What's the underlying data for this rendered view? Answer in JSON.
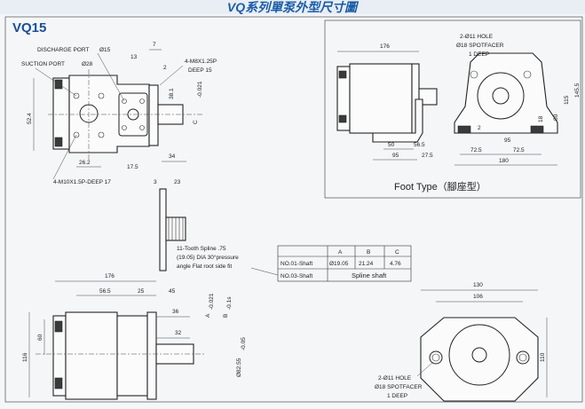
{
  "header": {
    "title": "VQ系列單泵外型尺寸圖"
  },
  "model": "VQ15",
  "front_view": {
    "discharge_port": "DISCHARGE PORT",
    "discharge_dia": "Ø15",
    "suction_port": "SUCTION PORT",
    "suction_dia": "Ø28",
    "dim_7": "7",
    "dim_13": "13",
    "dim_2": "2",
    "tap_1": "4-M8X1.25P",
    "tap_1_depth": "DEEP 15",
    "dim_38_1": "38.1",
    "dim_c": "C",
    "dim_c_tol": "-0.021",
    "dim_52_4": "52.4",
    "dim_26_2": "26.2",
    "dim_17_5": "17.5",
    "tap_2": "4-M10X1.5P-DEEP 17",
    "dim_34": "34",
    "dim_3": "3",
    "dim_23": "23"
  },
  "spline_note": {
    "line1": "11-Tooth Spline .75",
    "line2": "(19.05) DIA 30°pressure",
    "line3": "angle Flat root side fit"
  },
  "shaft_table": {
    "headers": [
      "",
      "A",
      "B",
      "C"
    ],
    "row1": [
      "NO.01-Shaft",
      "Ø19.05",
      "21.24",
      "4.76"
    ],
    "row2": [
      "NO.03-Shaft",
      "Spline shaft"
    ]
  },
  "foot_view": {
    "dim_176": "176",
    "hole": "2-Ø11 HOLE",
    "spotfacer": "Ø18 SPOTFACER",
    "deep": "1 DEEP",
    "dim_145_5": "145.5",
    "dim_115": "115",
    "dim_80": "80",
    "dim_18": "18",
    "dim_2": "2",
    "dim_95_top": "95",
    "dim_50": "50",
    "dim_56_5": "56.5",
    "dim_95": "95",
    "dim_27_5": "27.5",
    "dim_72_5a": "72.5",
    "dim_72_5b": "72.5",
    "dim_180": "180",
    "caption": "Foot Type（腳座型）"
  },
  "side_view": {
    "dim_176": "176",
    "dim_56_5": "56.5",
    "dim_25": "25",
    "dim_45": "45",
    "dim_36": "36",
    "dim_32": "32",
    "dim_60": "60",
    "dim_116": "116",
    "dim_a": "A",
    "dim_a_tol": "-0.021",
    "dim_b": "B",
    "dim_b_tol": "-0.1s",
    "dim_82_55": "Ø82.55",
    "dim_82_tol": "-0.05"
  },
  "flange_view": {
    "dim_130": "130",
    "dim_106": "106",
    "dim_110": "110",
    "hole": "2-Ø11 HOLE",
    "spotfacer": "Ø18 SPOTFACER",
    "deep": "1 DEEP"
  }
}
